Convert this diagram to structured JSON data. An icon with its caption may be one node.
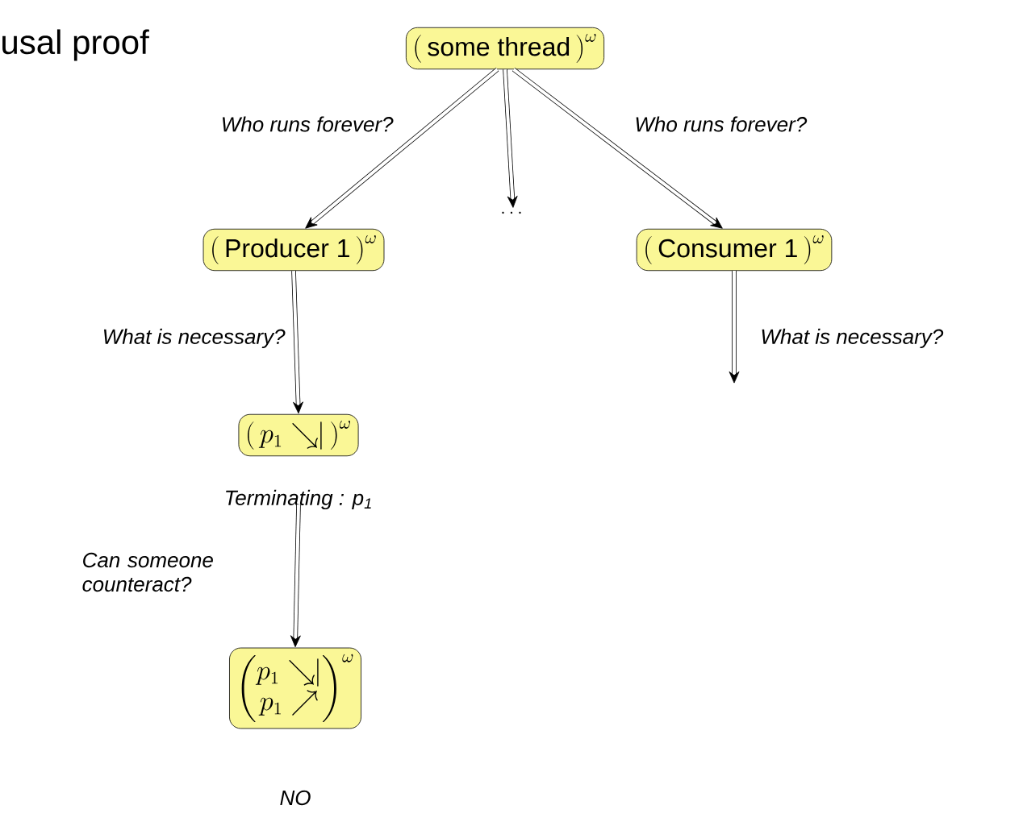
{
  "diagram": {
    "title": "usal proof",
    "nodes": [
      {
        "text": [
          "\\left(\\,\\text{some thread}\\,\\right)^{\\omega}"
        ]
      },
      {
        "text": [
          "\\left(\\,\\text{Producer 1}\\,\\right)^{\\omega}"
        ]
      },
      {
        "text": [
          "\\dots"
        ]
      },
      {
        "text": [
          "\\left(\\,\\text{Consumer 1}\\,\\right)^{\\omega}"
        ]
      },
      {
        "text": [
          "\\left(\\,p_1 \\searrow\\!\\!| \\,\\right)^{\\omega}"
        ],
        "beside": [
          "Terminating : p$_{1}$"
        ]
      },
      {
        "text": [
          "\\begin{pmatrix} p_1 \\searrow\\!\\!| \\\\ p_1 \\nearrow \\end{pmatrix}^{\\omega}"
        ],
        "beside": [
          "NO"
        ]
      }
    ],
    "edges": [
      {
        "from": 0,
        "to": 1,
        "arrow": "to",
        "label": "Who runs forever?"
      },
      {
        "from": 0,
        "to": 2,
        "arrow": "to"
      },
      {
        "from": 0,
        "to": 3,
        "arrow": "to",
        "label": "Who runs forever?"
      },
      {
        "from": 1,
        "to": 4,
        "arrow": "to",
        "label": "What is necessary?"
      },
      {
        "from": 3,
        "to": null,
        "arrow": "to",
        "label": "What is necessary?"
      },
      {
        "from": 4,
        "to": 5,
        "arrow": "to",
        "label": "Can someone counteract?"
      }
    ]
  }
}
